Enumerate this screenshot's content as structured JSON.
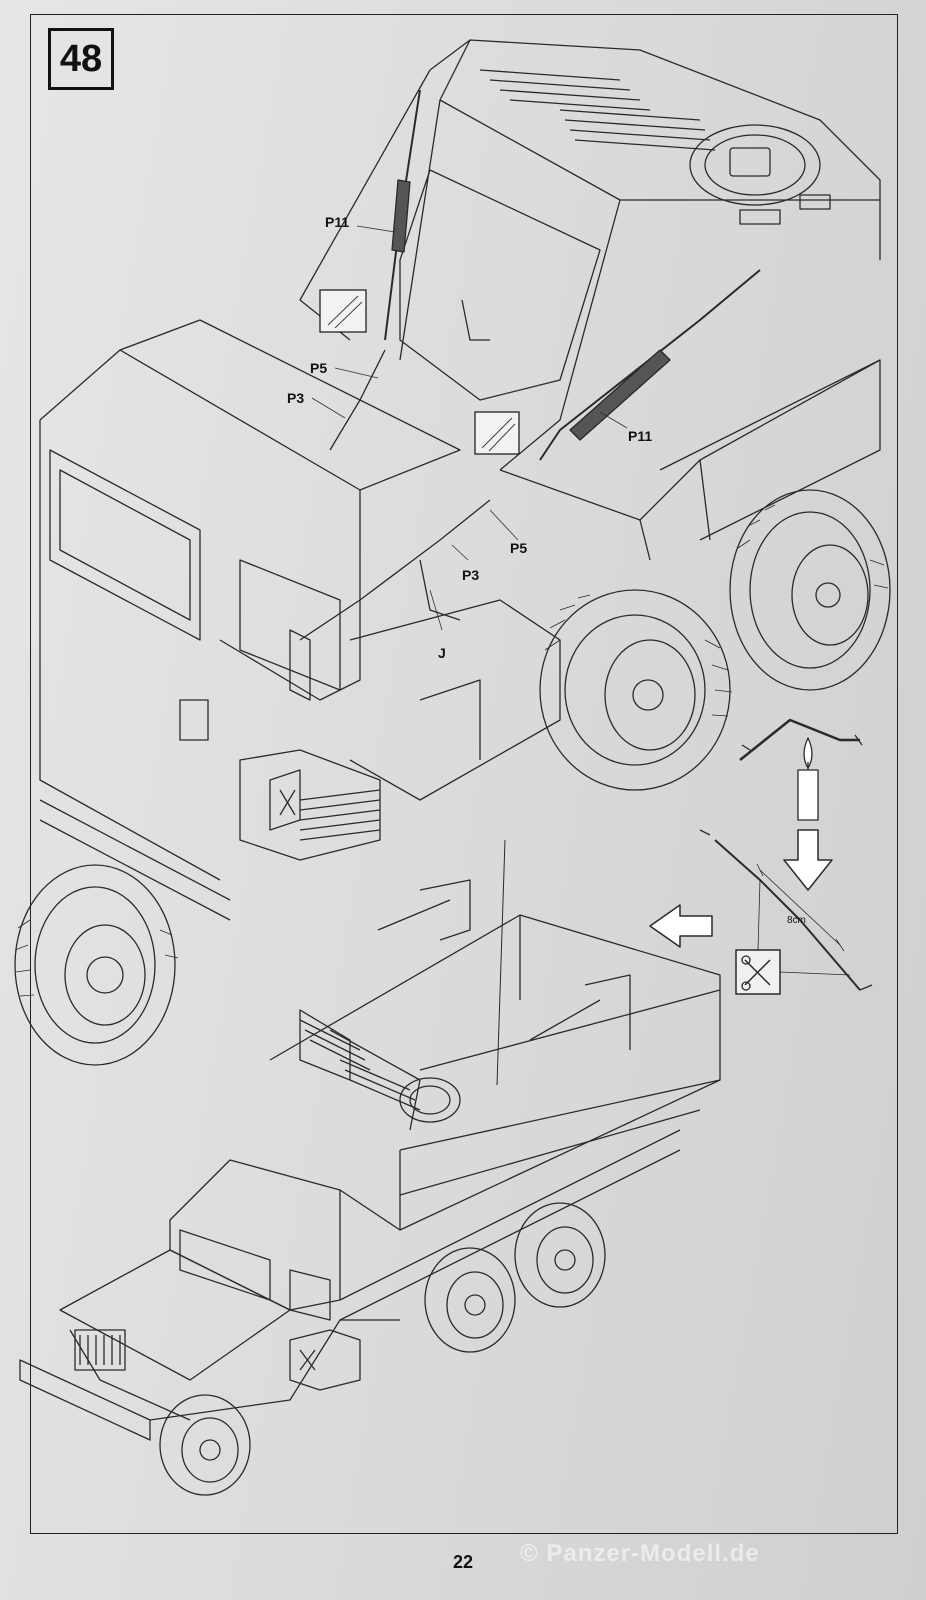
{
  "step": {
    "number": "48"
  },
  "callouts": {
    "p11_top": "P11",
    "p11_right": "P11",
    "p5_left": "P5",
    "p5_right": "P5",
    "p3_left": "P3",
    "p3_right": "P3",
    "j": "J"
  },
  "stretch_instruction": {
    "length": "8cm"
  },
  "page": {
    "number": "22"
  },
  "watermark": {
    "text": "© Panzer-Modell.de"
  },
  "icons": [
    "step-number-box",
    "candle-heat-icon",
    "down-arrow-icon",
    "left-arrow-icon",
    "cutter-icon",
    "part-diagram-icon"
  ]
}
